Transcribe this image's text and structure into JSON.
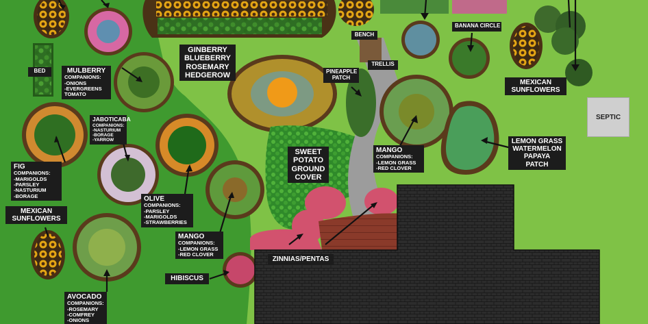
{
  "labels": {
    "bed": "BED",
    "bench": "BENCH",
    "trellis": "TRELLIS",
    "banana_circle": "BANANA CIRCLE",
    "septic": "SEPTIC",
    "hedgerow": [
      "GINBERRY",
      "BLUEBERRY",
      "ROSEMARY",
      "HEDGEROW"
    ],
    "pineapple": [
      "PINEAPPLE",
      "PATCH"
    ],
    "mexican_sunflowers_right": [
      "MEXICAN",
      "SUNFLOWERS"
    ],
    "mexican_sunflowers_left": [
      "MEXICAN",
      "SUNFLOWERS"
    ],
    "lemongrass_patch": [
      "LEMON GRASS",
      "WATERMELON",
      "PAPAYA",
      "PATCH"
    ],
    "sweet_potato": [
      "SWEET",
      "POTATO",
      "GROUND",
      "COVER"
    ],
    "zinnias": "ZINNIAS/PENTAS",
    "hibiscus": "HIBISCUS",
    "mulberry": {
      "title": "MULBERRY",
      "heading": "COMPANIONS:",
      "items": [
        "-ONIONS",
        "-EVERGREENS",
        "TOMATO"
      ]
    },
    "jaboticaba": {
      "title": "JABOTICABA",
      "heading": "COMPANIONS:",
      "items": [
        "-NASTURIUM",
        "-BORAGE",
        "-YARROW"
      ]
    },
    "fig": {
      "title": "FIG",
      "heading": "COMPANIONS:",
      "items": [
        "-MARIGOLDS",
        "-PARSLEY",
        "-NASTURIUM",
        "-BORAGE"
      ]
    },
    "olive": {
      "title": "OLIVE",
      "heading": "COMPANIONS:",
      "items": [
        "-PARSLEY",
        "-MARIGOLDS",
        "-STRAWBERRIES"
      ]
    },
    "mango_bottom": {
      "title": "MANGO",
      "heading": "COMPANIONS:",
      "items": [
        "-LEMON GRASS",
        "-RED CLOVER"
      ]
    },
    "mango_right": {
      "title": "MANGO",
      "heading": "COMPANIONS:",
      "items": [
        "-LEMON GRASS",
        "-RED CLOVER"
      ]
    },
    "avocado": {
      "title": "AVOCADO",
      "heading": "COMPANIONS:",
      "items": [
        "-ROSEMARY",
        "-COMFREY",
        "-ONIONS"
      ]
    }
  },
  "colors": {
    "lawn": "#7fc246",
    "shade_lawn": "#3f9a2f",
    "mulch": "#5a3a1c",
    "path": "#9a9a9a",
    "deck": "#8a3a2a",
    "roof": "#2a2a2a",
    "label_bg": "#1c1c1c",
    "label_text": "#ffffff"
  }
}
